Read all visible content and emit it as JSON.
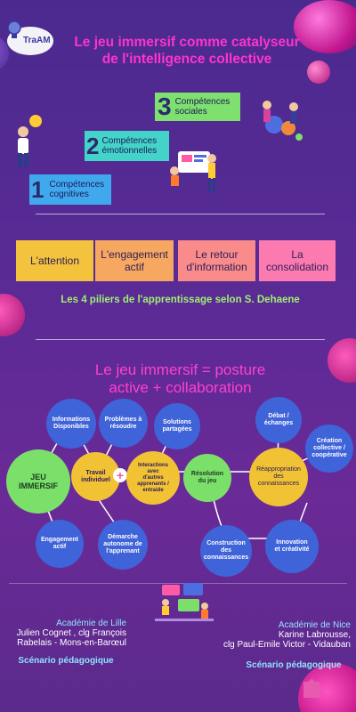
{
  "title_lines": [
    "Le jeu immersif comme catalyseur",
    "de l'intelligence collective"
  ],
  "logo_text": "TraAM",
  "competences": [
    {
      "num": "3",
      "label_lines": [
        "Compétences",
        "sociales"
      ]
    },
    {
      "num": "2",
      "label_lines": [
        "Compétences",
        "émotionnelles"
      ]
    },
    {
      "num": "1",
      "label_lines": [
        "Compétences",
        "cognitives"
      ]
    }
  ],
  "pillars": [
    {
      "label_lines": [
        "L'attention"
      ],
      "color": "#f3c33d"
    },
    {
      "label_lines": [
        "L'engagement",
        "actif"
      ],
      "color": "#f6a860"
    },
    {
      "label_lines": [
        "Le retour",
        "d'information"
      ],
      "color": "#f98b8b"
    },
    {
      "label_lines": [
        "La",
        "consolidation"
      ],
      "color": "#fb7bb1"
    }
  ],
  "pillars_caption": "Les 4 piliers de l'apprentissage selon S. Dehaene",
  "subtitle_lines": [
    "Le jeu immersif = posture",
    "active + collaboration"
  ],
  "nodes": {
    "informations": {
      "lines": [
        "Informations",
        "Disponibles"
      ]
    },
    "problemes": {
      "lines": [
        "Problèmes à",
        "résoudre"
      ]
    },
    "solutions": {
      "lines": [
        "Solutions",
        "partagées"
      ]
    },
    "debat": {
      "lines": [
        "Débat /",
        "échanges"
      ]
    },
    "creation": {
      "lines": [
        "Création",
        "collective /",
        "coopérative"
      ]
    },
    "jeu_immersif": {
      "lines": [
        "JEU",
        "IMMERSIF"
      ]
    },
    "travail": {
      "lines": [
        "Travail",
        "individuel"
      ]
    },
    "interactions": {
      "lines": [
        "Interactions",
        "avec",
        "d'autres",
        "apprenants /",
        "entraide"
      ]
    },
    "resolution": {
      "lines": [
        "Résolution",
        "du jeu"
      ]
    },
    "reappropriation": {
      "lines": [
        "Réappropriation des",
        "connaissances"
      ]
    },
    "engagement": {
      "lines": [
        "Engagement",
        "actif"
      ]
    },
    "demarche": {
      "lines": [
        "Démarche",
        "autonome de",
        "l'apprenant"
      ]
    },
    "construction": {
      "lines": [
        "Construction",
        "des",
        "connaissances"
      ]
    },
    "innovation": {
      "lines": [
        "Innovation",
        "et créativité"
      ]
    }
  },
  "footer_left": {
    "academie": "Académie de Lille",
    "lines": [
      "Julien Cognet , clg François",
      "Rabelais - Mons-en-Barœul"
    ],
    "scenario": "Scénario pédagogique"
  },
  "footer_right": {
    "academie": "Académie de Nice",
    "lines": [
      "Karine Labrousse,",
      "clg Paul-Emile Victor - Vidauban"
    ],
    "scenario": "Scénario pédagogique"
  },
  "colors": {
    "title": "#ff33cc",
    "caption": "#9ef071",
    "subtitle": "#ff40d0",
    "scenario": "#8ee3ff"
  }
}
